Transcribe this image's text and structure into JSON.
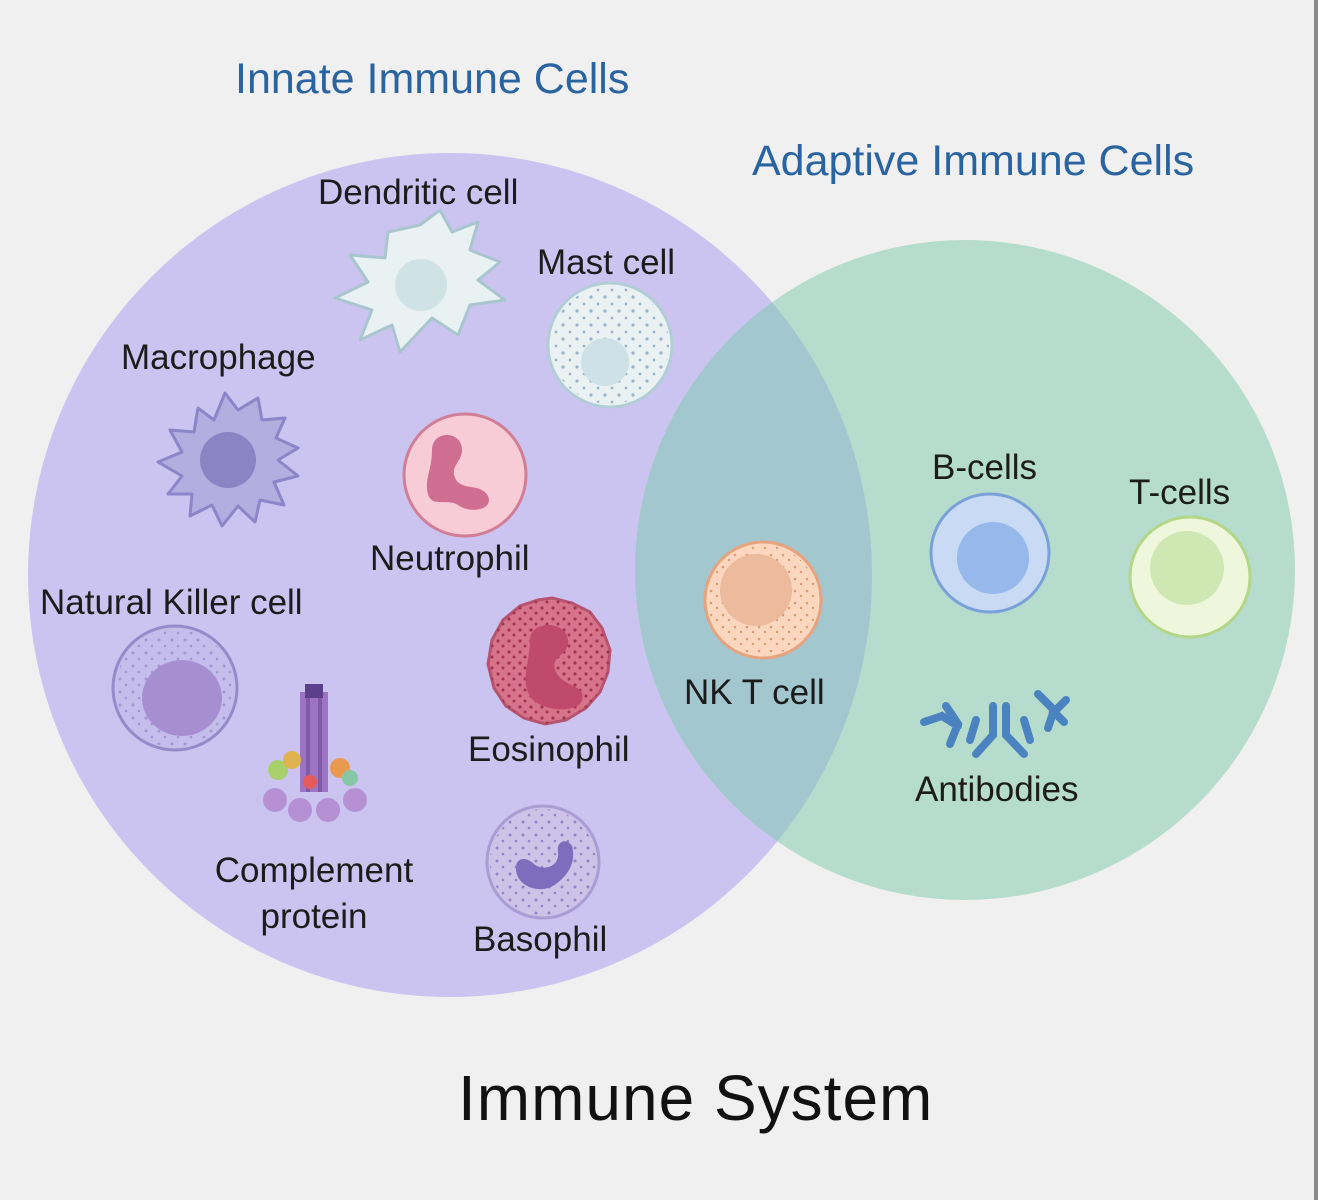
{
  "headings": {
    "innate": "Innate Immune Cells",
    "adaptive": "Adaptive Immune Cells"
  },
  "title": "Immune System",
  "cells": {
    "dendritic": "Dendritic cell",
    "mast": "Mast cell",
    "macrophage": "Macrophage",
    "neutrophil": "Neutrophil",
    "natural_killer": "Natural Killer cell",
    "complement_line1": "Complement",
    "complement_line2": "protein",
    "eosinophil": "Eosinophil",
    "basophil": "Basophil",
    "nk_t": "NK T cell",
    "b_cells": "B-cells",
    "t_cells": "T-cells",
    "antibodies": "Antibodies"
  },
  "colors": {
    "innate_circle": "#cbc4f0",
    "adaptive_circle": "#b6dccd",
    "overlap": "#a3c7cf",
    "heading": "#2a64a0"
  }
}
